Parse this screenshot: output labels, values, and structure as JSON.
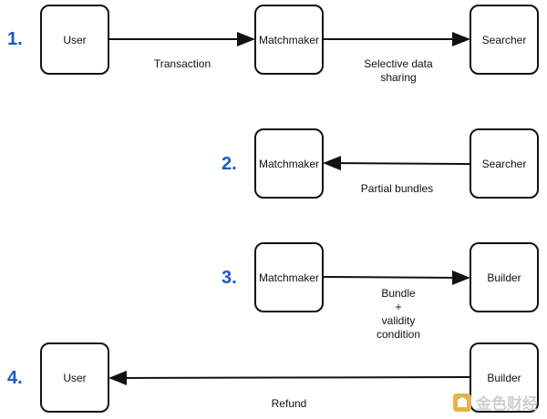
{
  "steps": [
    "1.",
    "2.",
    "3.",
    "4."
  ],
  "nodes": {
    "user": "User",
    "matchmaker": "Matchmaker",
    "searcher": "Searcher",
    "builder": "Builder"
  },
  "edges": {
    "transaction": "Transaction",
    "selective_data_sharing": "Selective data\nsharing",
    "partial_bundles": "Partial bundles",
    "bundle_validity": "Bundle\n+\nvalidity\ncondition",
    "refund": "Refund"
  },
  "watermark": "金色财经",
  "colors": {
    "step_numbers": "#2255cc",
    "stroke": "#111111"
  }
}
